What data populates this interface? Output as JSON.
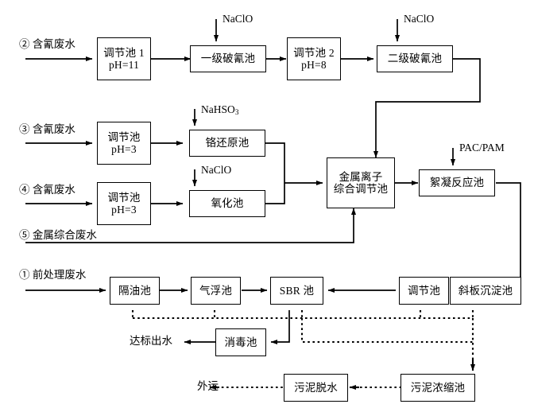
{
  "diagram": {
    "title": "Wastewater Treatment Process Flow Diagram",
    "line_color": "#000000",
    "box_fill": "#ffffff"
  },
  "inlets": [
    {
      "id": "inlet-2",
      "label": "② 含氰废水"
    },
    {
      "id": "inlet-3",
      "label": "③ 含氰废水"
    },
    {
      "id": "inlet-4",
      "label": "④ 含氰废水"
    },
    {
      "id": "inlet-5",
      "label": "⑤ 金属综合废水"
    },
    {
      "id": "inlet-1",
      "label": "① 前处理废水"
    }
  ],
  "chemicals": [
    {
      "id": "chem-naclo-1",
      "label": "NaClO",
      "formula_parts": [
        "NaClO"
      ]
    },
    {
      "id": "chem-naclo-2",
      "label": "NaClO",
      "formula_parts": [
        "NaClO"
      ]
    },
    {
      "id": "chem-nahso3",
      "label": "NaHSO3",
      "base": "NaHSO",
      "sub": "3"
    },
    {
      "id": "chem-naclo-3",
      "label": "NaClO",
      "formula_parts": [
        "NaClO"
      ]
    },
    {
      "id": "chem-pacpam",
      "label": "PAC/PAM",
      "formula_parts": [
        "PAC/PAM"
      ]
    }
  ],
  "nodes": [
    {
      "id": "tiaojiechi1",
      "lines": [
        "调节池 1",
        "pH=11"
      ]
    },
    {
      "id": "yiji-poqing",
      "lines": [
        "一级破氰池"
      ]
    },
    {
      "id": "tiaojiechi2",
      "lines": [
        "调节池 2",
        "pH=8"
      ]
    },
    {
      "id": "erji-poqing",
      "lines": [
        "二级破氰池"
      ]
    },
    {
      "id": "tiaojiechi3",
      "lines": [
        "调节池",
        "pH=3"
      ]
    },
    {
      "id": "gehuanyuanchi",
      "lines": [
        "铬还原池"
      ]
    },
    {
      "id": "tiaojiechi4",
      "lines": [
        "调节池",
        "pH=3"
      ]
    },
    {
      "id": "yanghuachi",
      "lines": [
        "氧化池"
      ]
    },
    {
      "id": "jinshulizi",
      "lines": [
        "金属离子",
        "综合调节池"
      ]
    },
    {
      "id": "xuningfanying",
      "lines": [
        "絮凝反应池"
      ]
    },
    {
      "id": "geyouchi",
      "lines": [
        "隔油池"
      ]
    },
    {
      "id": "qifuchi",
      "lines": [
        "气浮池"
      ]
    },
    {
      "id": "sbrchi",
      "lines": [
        "SBR 池"
      ]
    },
    {
      "id": "tiaojiechi5",
      "lines": [
        "调节池"
      ]
    },
    {
      "id": "xiebanchendian",
      "lines": [
        "斜板沉淀池"
      ]
    },
    {
      "id": "xiaoduchi",
      "lines": [
        "消毒池"
      ]
    },
    {
      "id": "wunituoshui",
      "lines": [
        "污泥脱水"
      ]
    },
    {
      "id": "wunizhongsuo",
      "lines": [
        "污泥浓缩池"
      ]
    }
  ],
  "outlets": [
    {
      "id": "outlet-water",
      "label": "达标出水"
    },
    {
      "id": "outlet-sludge",
      "label": "外运"
    }
  ]
}
